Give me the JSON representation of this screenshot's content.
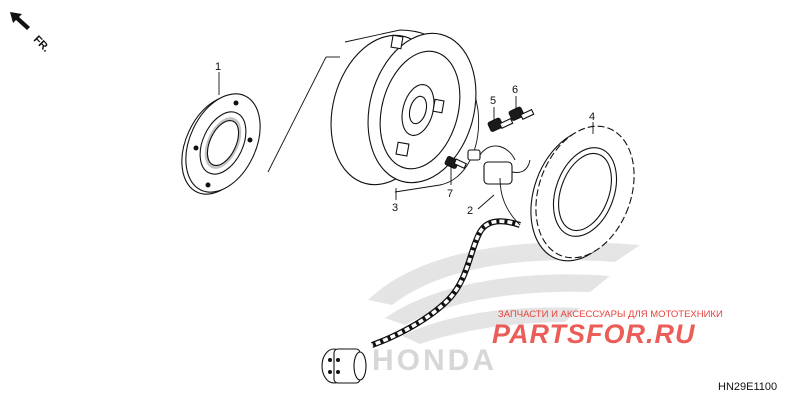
{
  "direction_marker": {
    "label": "FR."
  },
  "part_labels": [
    {
      "id": "1"
    },
    {
      "id": "2"
    },
    {
      "id": "3"
    },
    {
      "id": "4"
    },
    {
      "id": "5"
    },
    {
      "id": "6"
    },
    {
      "id": "7"
    }
  ],
  "watermark": {
    "tagline": "ЗАПЧАСТИ И АКСЕССУАРЫ ДЛЯ МОТОТЕХНИКИ",
    "site": "PARTSFOR.RU",
    "brand": "HONDA",
    "color": "#e8423c"
  },
  "diagram_code": "HN29E1100"
}
